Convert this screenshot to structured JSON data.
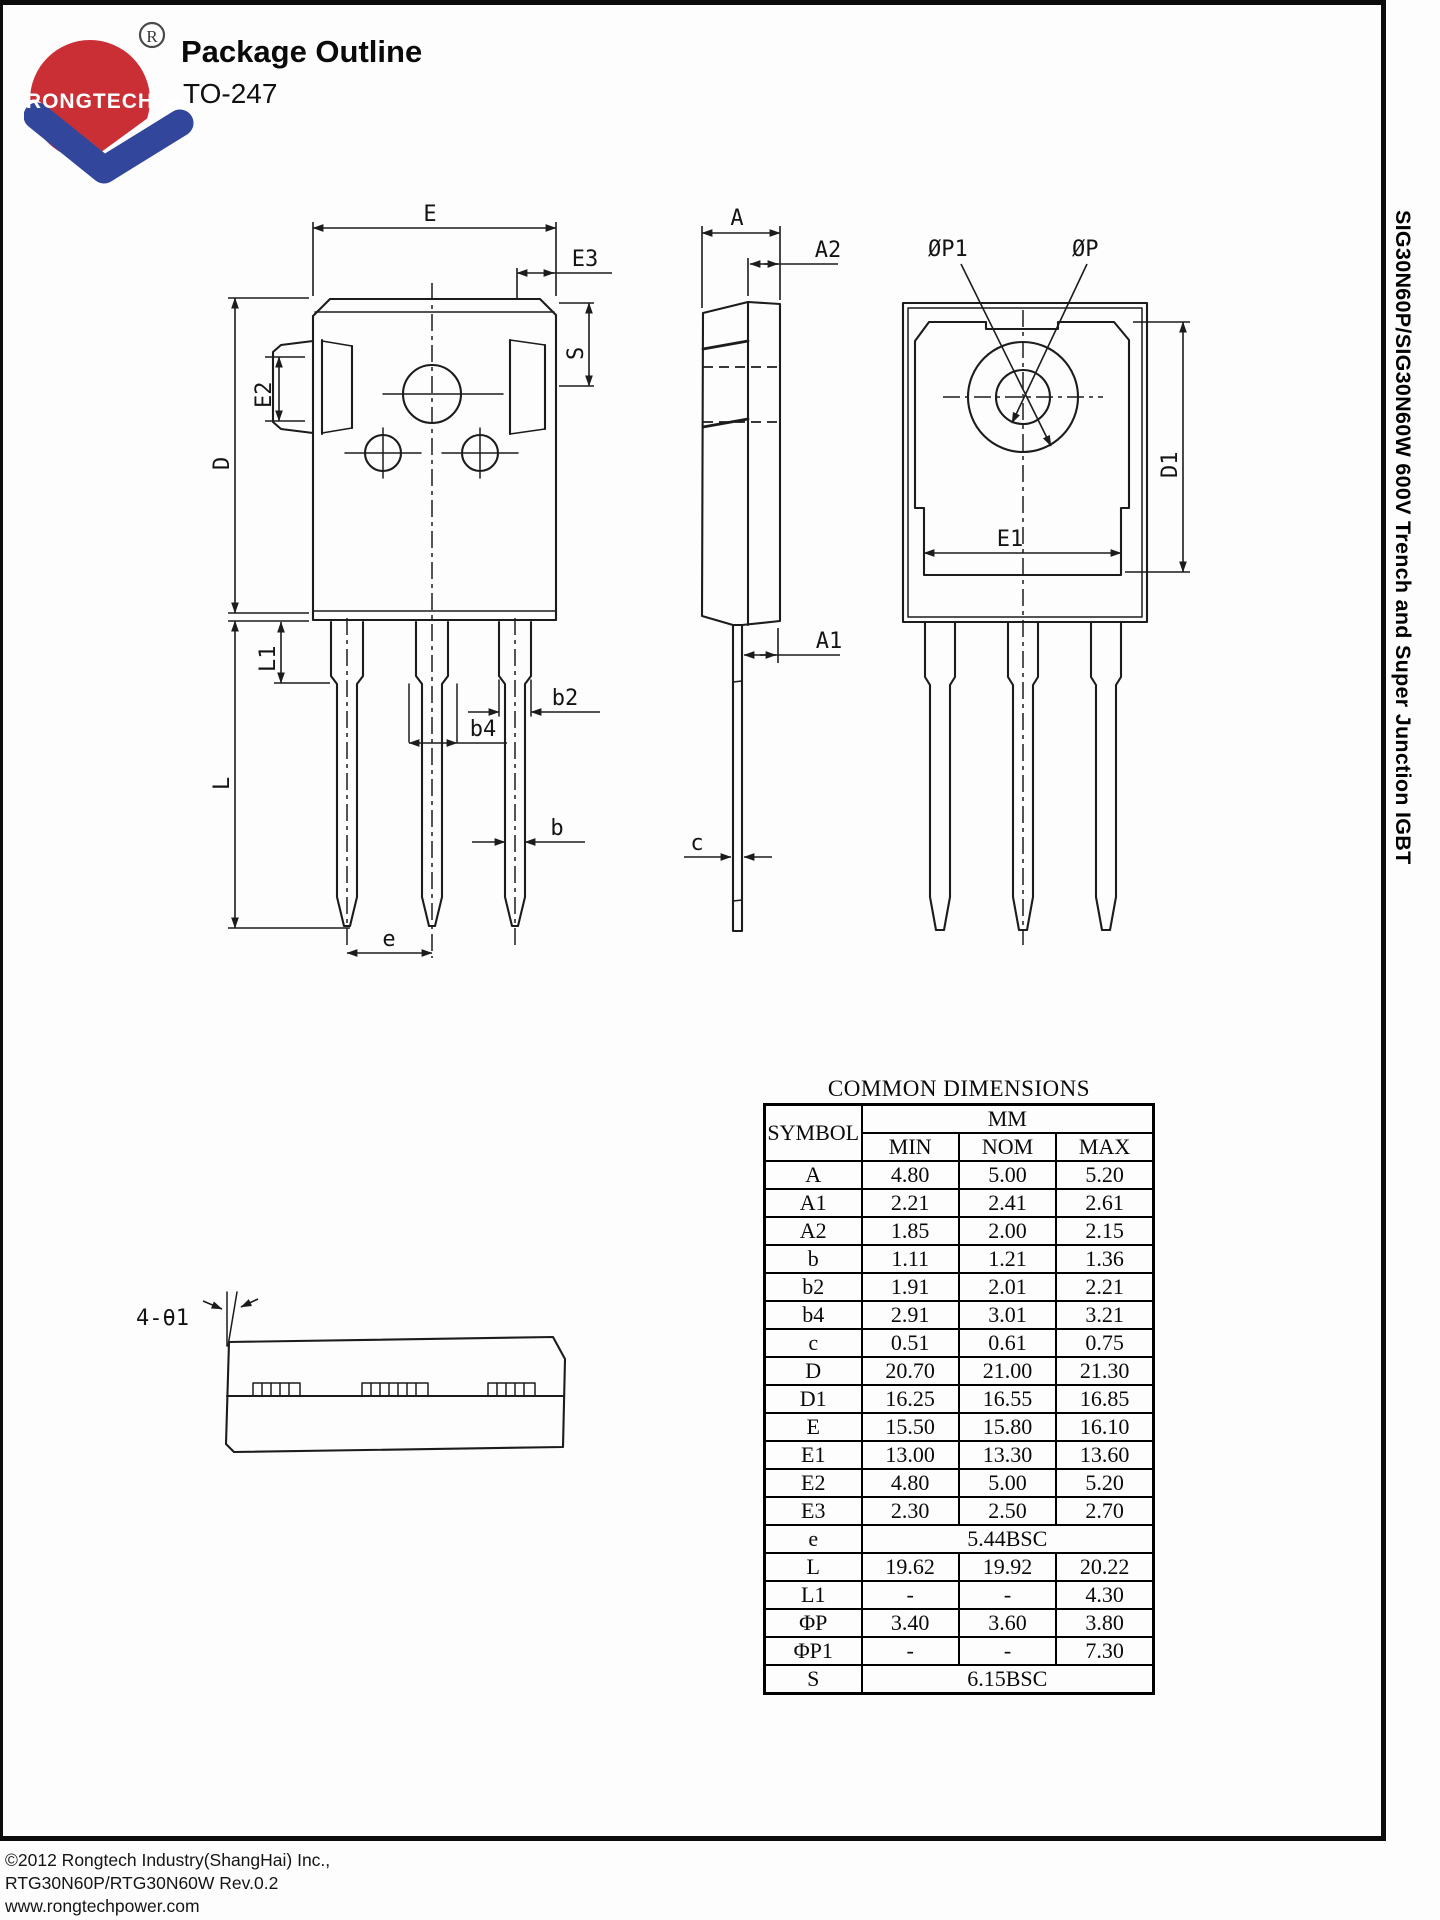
{
  "logo": {
    "brand": "RONGTECH",
    "registered": "R"
  },
  "header": {
    "title": "Package Outline",
    "subtitle": "TO-247"
  },
  "sidebar": {
    "vertical_text": "SIG30N60P/SIG30N60W 600V Trench and Super Junction IGBT"
  },
  "drawing": {
    "front": {
      "E": "E",
      "E3": "E3",
      "E2": "E2",
      "S": "S",
      "D": "D",
      "L": "L",
      "L1": "L1",
      "b": "b",
      "b2": "b2",
      "b4": "b4",
      "e": "e"
    },
    "side": {
      "A": "A",
      "A2": "A2",
      "A1": "A1",
      "c": "c"
    },
    "back": {
      "P1": "ØP1",
      "P": "ØP",
      "D1": "D1",
      "E1": "E1"
    },
    "bottom": {
      "angle": "4-θ1"
    }
  },
  "table": {
    "title": "COMMON DIMENSIONS",
    "symbol_header": "SYMBOL",
    "unit_header": "MM",
    "columns": [
      "MIN",
      "NOM",
      "MAX"
    ],
    "rows": [
      {
        "symbol": "A",
        "values": [
          "4.80",
          "5.00",
          "5.20"
        ]
      },
      {
        "symbol": "A1",
        "values": [
          "2.21",
          "2.41",
          "2.61"
        ]
      },
      {
        "symbol": "A2",
        "values": [
          "1.85",
          "2.00",
          "2.15"
        ]
      },
      {
        "symbol": "b",
        "values": [
          "1.11",
          "1.21",
          "1.36"
        ]
      },
      {
        "symbol": "b2",
        "values": [
          "1.91",
          "2.01",
          "2.21"
        ]
      },
      {
        "symbol": "b4",
        "values": [
          "2.91",
          "3.01",
          "3.21"
        ]
      },
      {
        "symbol": "c",
        "values": [
          "0.51",
          "0.61",
          "0.75"
        ]
      },
      {
        "symbol": "D",
        "values": [
          "20.70",
          "21.00",
          "21.30"
        ]
      },
      {
        "symbol": "D1",
        "values": [
          "16.25",
          "16.55",
          "16.85"
        ]
      },
      {
        "symbol": "E",
        "values": [
          "15.50",
          "15.80",
          "16.10"
        ]
      },
      {
        "symbol": "E1",
        "values": [
          "13.00",
          "13.30",
          "13.60"
        ]
      },
      {
        "symbol": "E2",
        "values": [
          "4.80",
          "5.00",
          "5.20"
        ]
      },
      {
        "symbol": "E3",
        "values": [
          "2.30",
          "2.50",
          "2.70"
        ]
      },
      {
        "symbol": "e",
        "span": "5.44BSC"
      },
      {
        "symbol": "L",
        "values": [
          "19.62",
          "19.92",
          "20.22"
        ]
      },
      {
        "symbol": "L1",
        "values": [
          "-",
          "-",
          "4.30"
        ]
      },
      {
        "symbol": "ΦP",
        "values": [
          "3.40",
          "3.60",
          "3.80"
        ]
      },
      {
        "symbol": "ΦP1",
        "values": [
          "-",
          "-",
          "7.30"
        ]
      },
      {
        "symbol": "S",
        "span": "6.15BSC"
      }
    ]
  },
  "footer": {
    "lines": [
      "©2012 Rongtech Industry(ShangHai) Inc.,",
      "RTG30N60P/RTG30N60W Rev.0.2",
      "www.rongtechpower.com"
    ]
  },
  "colors": {
    "logo_red": "#cb2f36",
    "logo_blue": "#32479b",
    "ink": "#1c1c1c"
  }
}
